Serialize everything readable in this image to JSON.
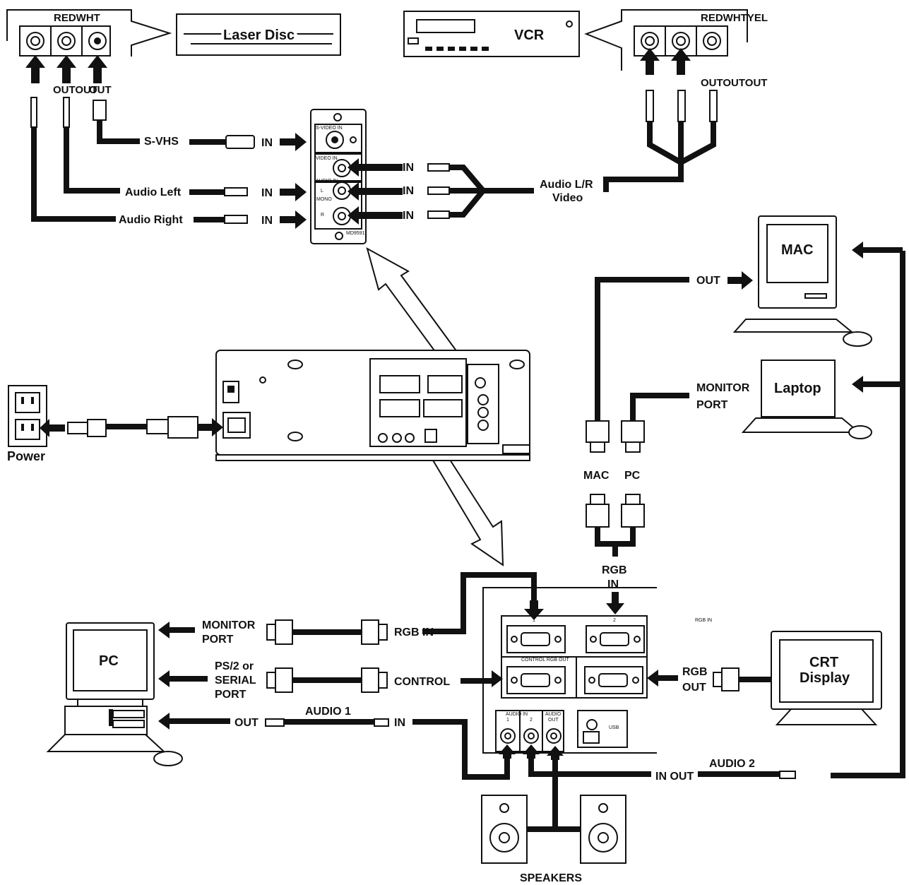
{
  "devices": {
    "laser_disc": "Laser Disc",
    "vcr": "VCR",
    "mac": "MAC",
    "laptop": "Laptop",
    "pc": "PC",
    "crt": [
      "CRT",
      "Display"
    ],
    "power": "Power",
    "speakers": "SPEAKERS"
  },
  "laser_jacks": {
    "header": "REDWHT",
    "out": "OUTOUT",
    "out2": "OUT"
  },
  "vcr_jacks": {
    "header": "REDWHTYEL",
    "out": "OUTOUTOUT"
  },
  "top_panel": {
    "svhs": "S-VHS",
    "audio_left": "Audio Left",
    "audio_right": "Audio Right",
    "in": "IN",
    "audio_lr_video": [
      "Audio L/R",
      "Video"
    ],
    "panel_tiny": [
      "S-VIDEO IN",
      "VIDEO IN",
      "AUDIO IN",
      "L",
      "MONO",
      "R",
      "MD9591"
    ]
  },
  "right_side": {
    "out": "OUT",
    "monitor_port": [
      "MONITOR",
      "PORT"
    ],
    "mac_conn": "MAC",
    "pc_conn": "PC",
    "rgb_in": [
      "RGB",
      "IN"
    ],
    "rgb_out": [
      "RGB",
      "OUT"
    ],
    "rgb_in_small": "RGB IN"
  },
  "bottom_panel": {
    "port1": "1",
    "port2": "2",
    "control_rgb_out": "CONTROL RGB OUT",
    "audio_in": "AUDIO IN",
    "audio_in_nums": [
      "1",
      "2"
    ],
    "audio_out": [
      "AUDIO",
      "OUT"
    ],
    "usb": "USB"
  },
  "pc_side": {
    "monitor_port": [
      "MONITOR",
      "PORT"
    ],
    "rgb_in": "RGB IN",
    "serial": [
      "PS/2 or",
      "SERIAL",
      "PORT"
    ],
    "control": "CONTROL",
    "out": "OUT",
    "audio1": "AUDIO 1",
    "in": "IN",
    "audio2": "AUDIO 2",
    "in_out": "IN OUT"
  },
  "colors": {
    "ink": "#111111",
    "paper": "#ffffff"
  }
}
